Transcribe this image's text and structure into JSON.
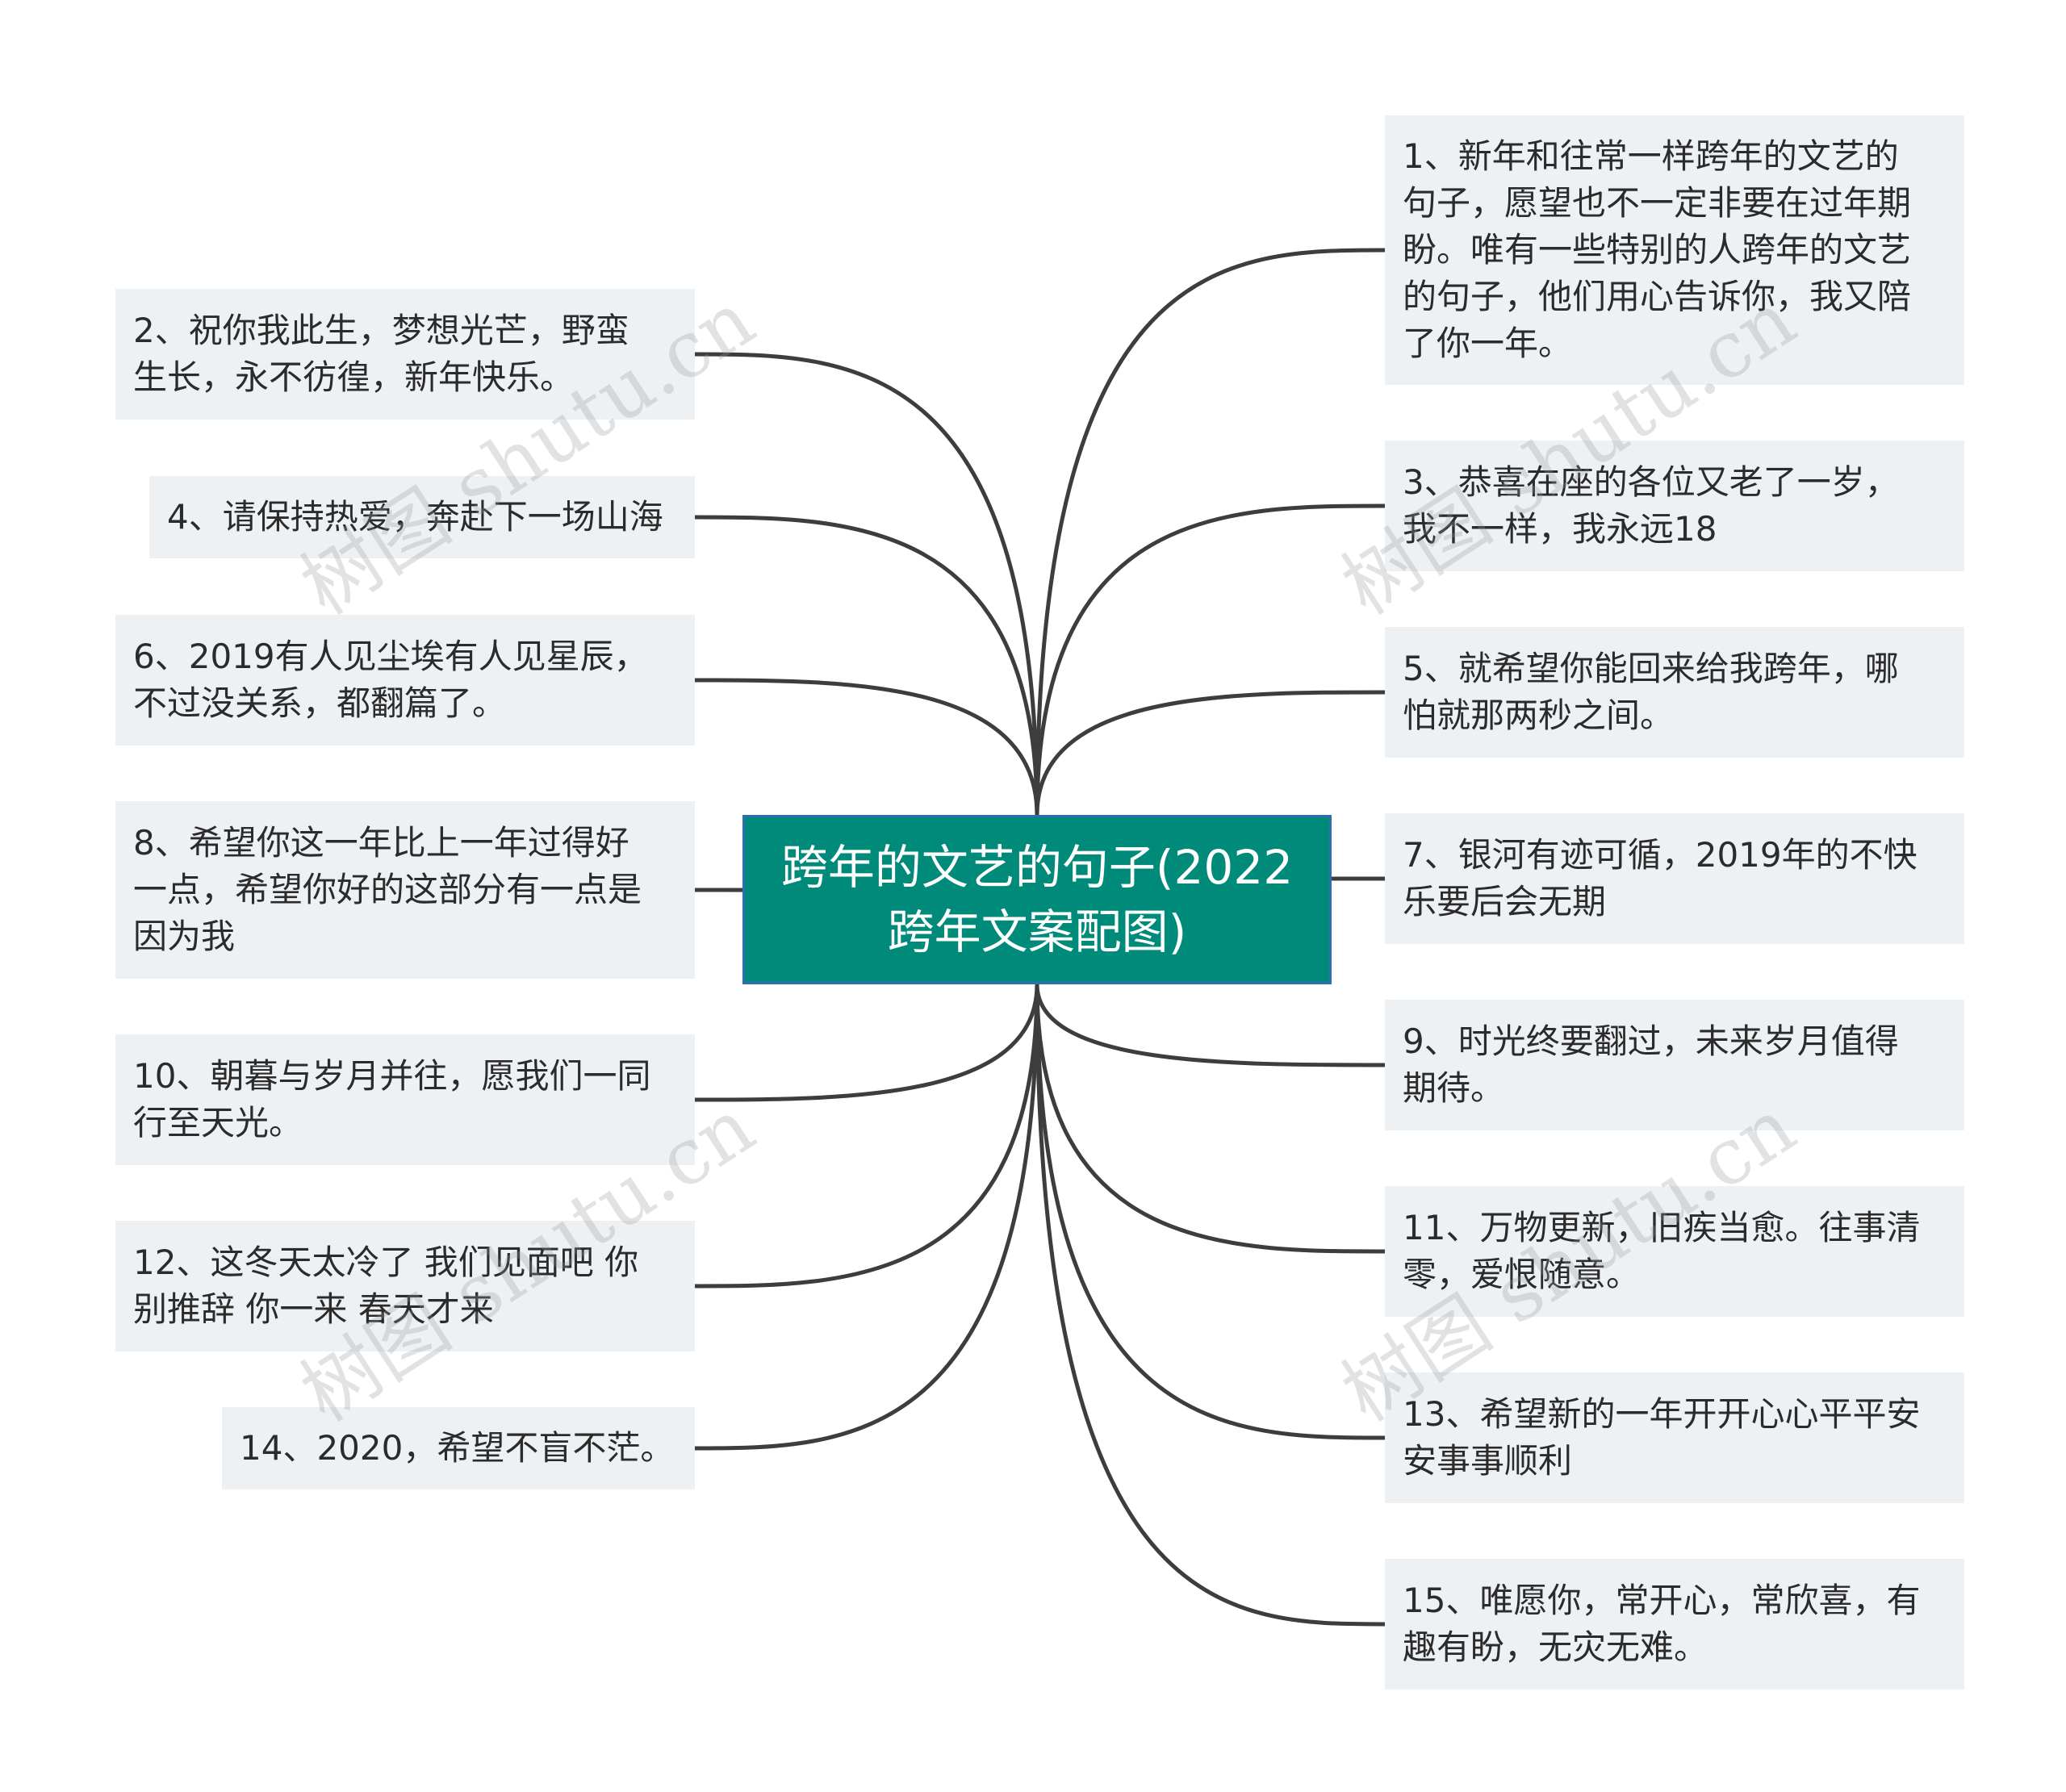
{
  "colors": {
    "center_fill": "#008a7a",
    "center_border": "#2f6fae",
    "node_fill": "#eef1f4",
    "link": "#3d3d3d"
  },
  "center": {
    "text": "跨年的文艺的句子(2022\n跨年文案配图)"
  },
  "left_nodes": [
    {
      "text": "2、祝你我此生，梦想光芒，野蛮\n生长，永不彷徨，新年快乐。"
    },
    {
      "text": "4、请保持热爱，奔赴下一场山海"
    },
    {
      "text": "6、2019有人见尘埃有人见星辰，\n不过没关系，都翻篇了。"
    },
    {
      "text": "8、希望你这一年比上一年过得好\n一点，希望你好的这部分有一点是\n因为我"
    },
    {
      "text": "10、朝暮与岁月并往，愿我们一同\n行至天光。"
    },
    {
      "text": "12、这冬天太冷了 我们见面吧 你\n别推辞 你一来 春天才来"
    },
    {
      "text": "14、2020，希望不盲不茫。"
    }
  ],
  "right_nodes": [
    {
      "text": "1、新年和往常一样跨年的文艺的\n句子，愿望也不一定非要在过年期\n盼。唯有一些特别的人跨年的文艺\n的句子，他们用心告诉你，我又陪\n了你一年。"
    },
    {
      "text": "3、恭喜在座的各位又老了一岁，\n我不一样，我永远18"
    },
    {
      "text": "5、就希望你能回来给我跨年，哪\n怕就那两秒之间。"
    },
    {
      "text": "7、银河有迹可循，2019年的不快\n乐要后会无期"
    },
    {
      "text": "9、时光终要翻过，未来岁月值得\n期待。"
    },
    {
      "text": "11、万物更新，旧疾当愈。往事清\n零，爱恨随意。"
    },
    {
      "text": "13、希望新的一年开开心心平平安\n安事事顺利"
    },
    {
      "text": "15、唯愿你，常开心，常欣喜，有\n趣有盼，无灾无难。"
    }
  ],
  "watermarks": [
    "树图 shutu.cn",
    "树图 shutu.cn",
    "树图 shutu.cn",
    "树图 shutu.cn"
  ]
}
